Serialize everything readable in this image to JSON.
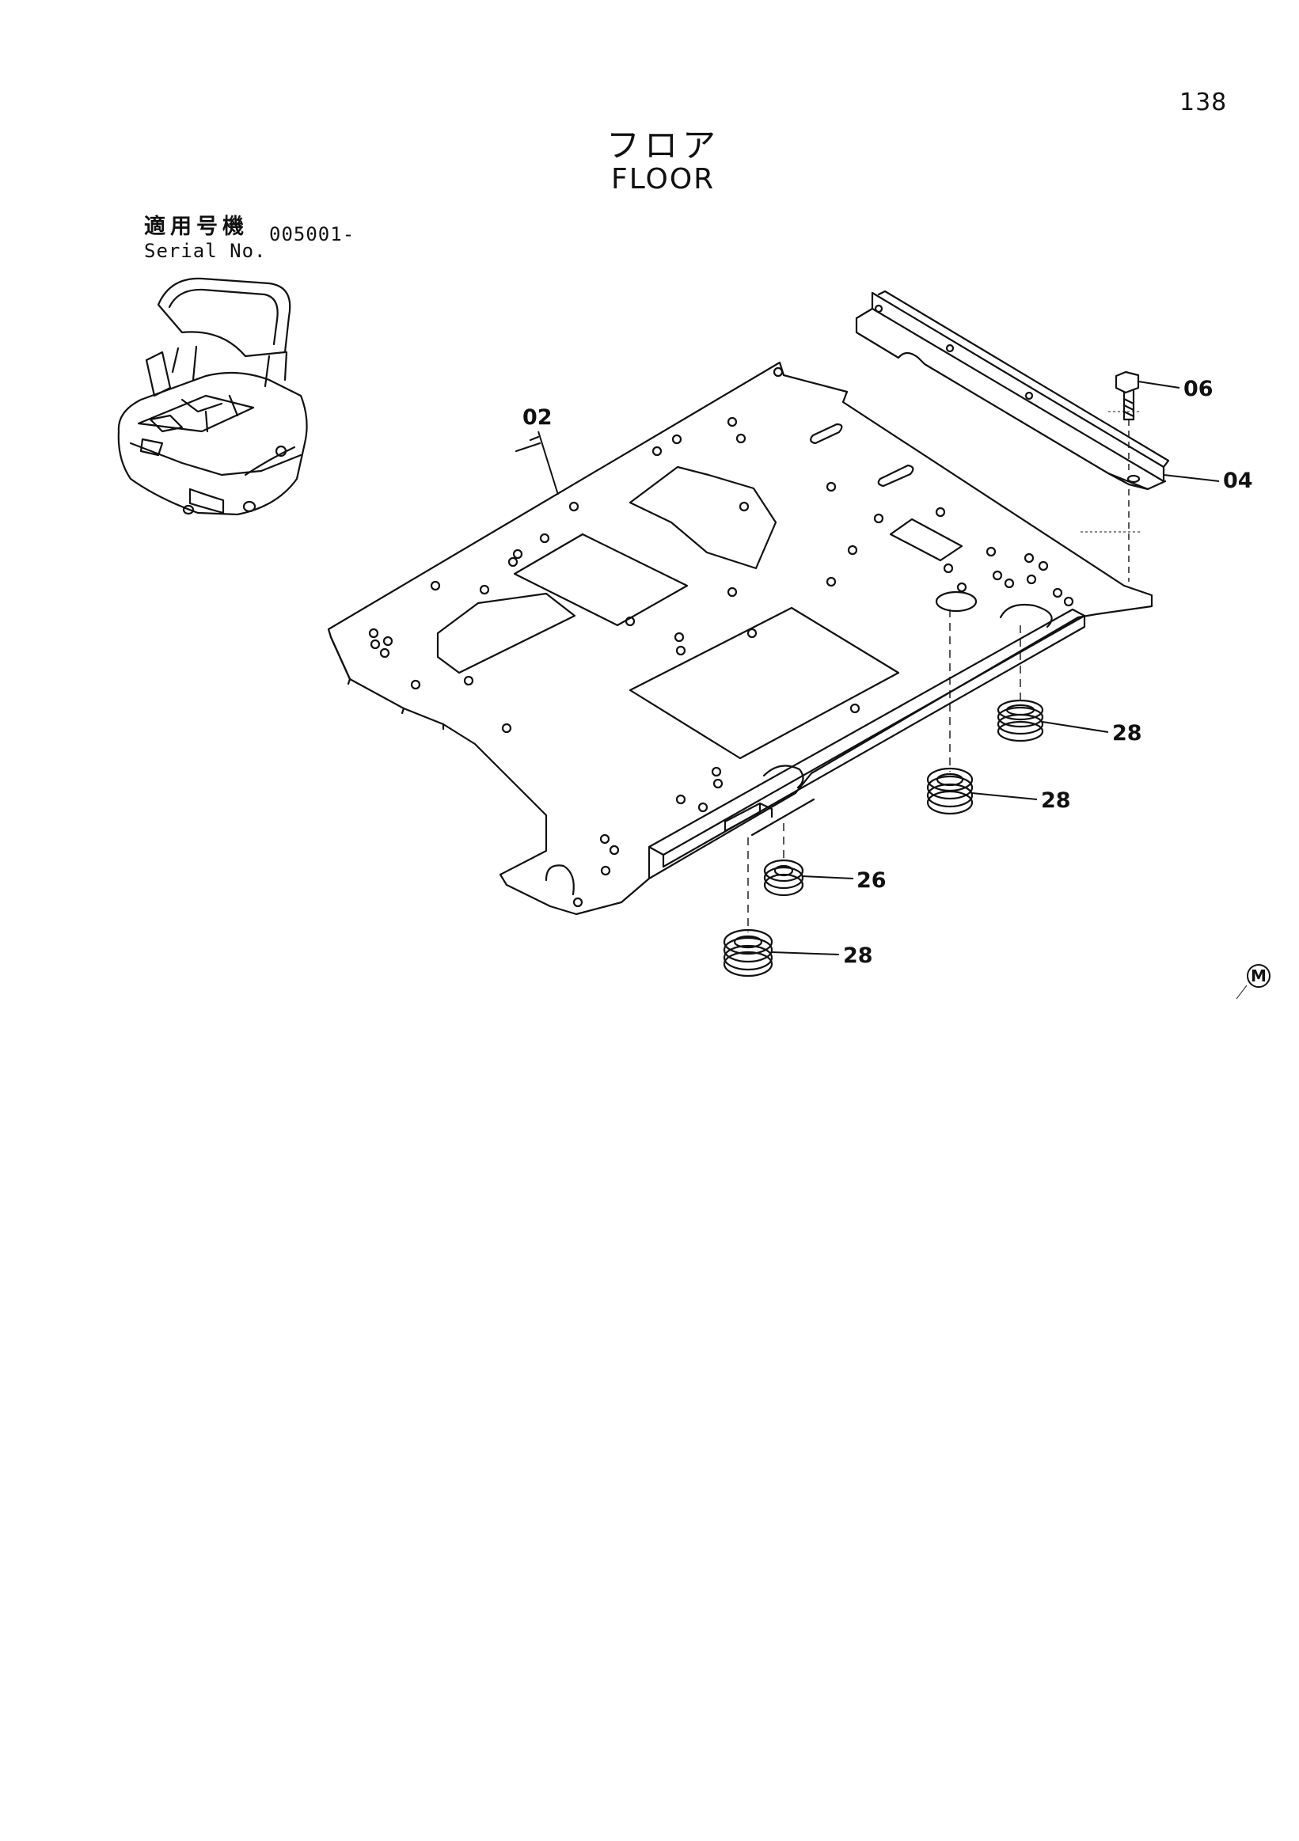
{
  "page_number": "138",
  "title": {
    "japanese": "フロア",
    "english": "FLOOR"
  },
  "serial": {
    "label_jp": "適用号機",
    "label_en": "Serial No.",
    "value": "005001-"
  },
  "callouts": {
    "floor_plate": "02",
    "bracket": "04",
    "bolt": "06",
    "grommet_small": "26",
    "grommet_a": "28",
    "grommet_b": "28",
    "grommet_c": "28"
  },
  "marker": "M"
}
